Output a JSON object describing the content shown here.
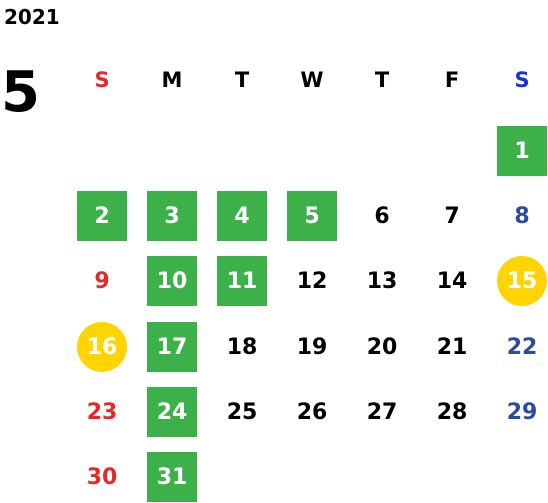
{
  "calendar": {
    "year": "2021",
    "month": "5",
    "weekdays": [
      "S",
      "M",
      "T",
      "W",
      "T",
      "F",
      "S"
    ],
    "weeks": [
      [
        null,
        null,
        null,
        null,
        null,
        null,
        {
          "day": "1",
          "style": "green"
        }
      ],
      [
        {
          "day": "2",
          "style": "green"
        },
        {
          "day": "3",
          "style": "green"
        },
        {
          "day": "4",
          "style": "green"
        },
        {
          "day": "5",
          "style": "green"
        },
        {
          "day": "6",
          "style": "plain"
        },
        {
          "day": "7",
          "style": "plain"
        },
        {
          "day": "8",
          "style": "blue"
        }
      ],
      [
        {
          "day": "9",
          "style": "red"
        },
        {
          "day": "10",
          "style": "green"
        },
        {
          "day": "11",
          "style": "green"
        },
        {
          "day": "12",
          "style": "plain"
        },
        {
          "day": "13",
          "style": "plain"
        },
        {
          "day": "14",
          "style": "plain"
        },
        {
          "day": "15",
          "style": "yellow"
        }
      ],
      [
        {
          "day": "16",
          "style": "yellow"
        },
        {
          "day": "17",
          "style": "green"
        },
        {
          "day": "18",
          "style": "plain"
        },
        {
          "day": "19",
          "style": "plain"
        },
        {
          "day": "20",
          "style": "plain"
        },
        {
          "day": "21",
          "style": "plain"
        },
        {
          "day": "22",
          "style": "blue"
        }
      ],
      [
        {
          "day": "23",
          "style": "red"
        },
        {
          "day": "24",
          "style": "green"
        },
        {
          "day": "25",
          "style": "plain"
        },
        {
          "day": "26",
          "style": "plain"
        },
        {
          "day": "27",
          "style": "plain"
        },
        {
          "day": "28",
          "style": "plain"
        },
        {
          "day": "29",
          "style": "blue"
        }
      ],
      [
        {
          "day": "30",
          "style": "red"
        },
        {
          "day": "31",
          "style": "green"
        }
      ]
    ]
  },
  "colors": {
    "green": "#3cb14a",
    "yellow": "#ffd400",
    "sunday_red": "#e62828",
    "saturday_blue": "#2a4c9c",
    "saturday_header_blue": "#1a2fe0"
  }
}
